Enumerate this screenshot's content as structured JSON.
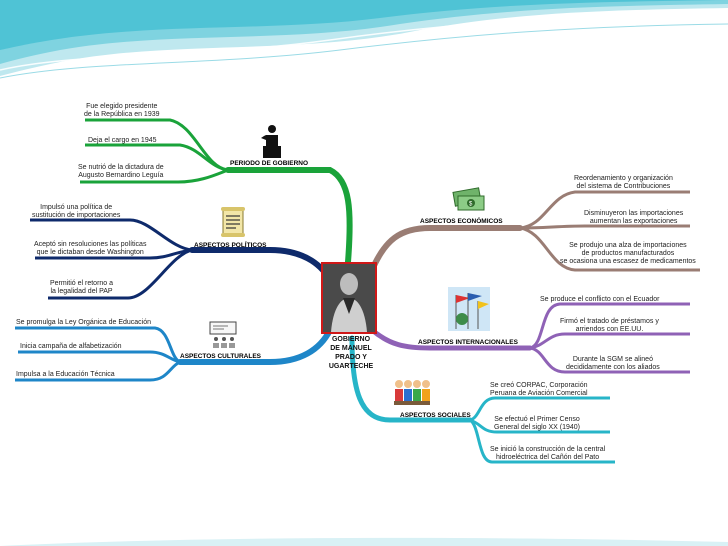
{
  "center": {
    "label_lines": [
      "GOBIERNO",
      "DE MANUEL",
      "PRADO Y",
      "UGARTECHE"
    ]
  },
  "branches": {
    "periodo": {
      "title": "PERIODO DE GOBIERNO",
      "color": "#1aa33a",
      "leaves": [
        [
          "Fue elegido presidente",
          "de la República en 1939"
        ],
        [
          "Deja el cargo en 1945"
        ],
        [
          "Se nutrió de la dictadura de",
          "Augusto Bernardino Leguía"
        ]
      ]
    },
    "politicos": {
      "title": "ASPECTOS POLÍTICOS",
      "color": "#0e2a6b",
      "leaves": [
        [
          "Impulsó una política de",
          "sustitución de importaciones"
        ],
        [
          "Aceptó sin resoluciones las políticas",
          "que le dictaban desde Washington"
        ],
        [
          "Permitió el retorno a",
          "la legalidad del PAP"
        ]
      ]
    },
    "culturales": {
      "title": "ASPECTOS CULTURALES",
      "color": "#1e86c8",
      "leaves": [
        [
          "Se promulga la Ley Orgánica de Educación"
        ],
        [
          "Inicia campaña de alfabetización"
        ],
        [
          "Impulsa a la Educación Técnica"
        ]
      ]
    },
    "economicos": {
      "title": "ASPECTOS ECONÓMICOS",
      "color": "#9a7d74",
      "leaves": [
        [
          "Reordenamiento y organización",
          "del sistema de Contribuciones"
        ],
        [
          "Disminuyeron las importaciones",
          "aumentan las exportaciones"
        ],
        [
          "Se produjo una alza de importaciones",
          "de productos manufacturados",
          "se ocasiona una escasez de medicamentos"
        ]
      ]
    },
    "internacionales": {
      "title": "ASPECTOS INTERNACIONALES",
      "color": "#8f62b6",
      "leaves": [
        [
          "Se produce el conflicto con el Ecuador"
        ],
        [
          "Firmó el tratado de préstamos y",
          "arriendos con EE.UU."
        ],
        [
          "Durante la SGM se alineó",
          "decididamente con los aliados"
        ]
      ]
    },
    "sociales": {
      "title": "ASPECTOS SOCIALES",
      "color": "#27b5c8",
      "leaves": [
        [
          "Se creó CORPAC, Corporación",
          "Peruana de Aviación Comercial"
        ],
        [
          "Se efectuó el Primer Censo",
          "General del siglo XX (1940)"
        ],
        [
          "Se inició la construcción de la central",
          "hidroeléctrica del Cañón del Pato"
        ]
      ]
    }
  },
  "colors": {
    "banner_teal": "#4fc3d5",
    "banner_light": "#bfe8ef",
    "portrait_frame": "#d01818"
  },
  "icons": [
    "speaker-silhouette-icon",
    "document-scroll-icon",
    "classroom-icon",
    "money-icon",
    "flags-globe-icon",
    "people-group-icon",
    "portrait-photo-icon"
  ]
}
